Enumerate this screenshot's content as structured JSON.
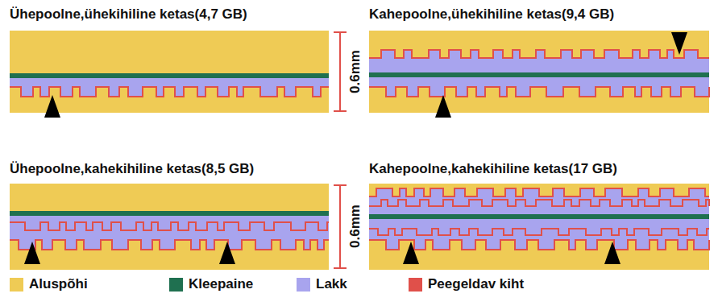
{
  "diagram": {
    "labels": [
      "Ühepoolne,ühekihiline ketas(4,7 GB)",
      "Kahepoolne,ühekihiline ketas(9,4 GB)",
      "Ühepoolne,kahekihiline ketas(8,5 GB)",
      "Kahepoolne,kahekihiline ketas(17 GB)",
      "0.6mm",
      "0.6mm"
    ],
    "legend": [
      {
        "text": "Aluspõhi",
        "color": "#efcb55"
      },
      {
        "text": "Kleepaine",
        "color": "#1f7050"
      },
      {
        "text": "Lakk",
        "color": "#a8a4ee"
      },
      {
        "text": "Peegeldav kiht",
        "color": "#e0504a"
      }
    ]
  }
}
